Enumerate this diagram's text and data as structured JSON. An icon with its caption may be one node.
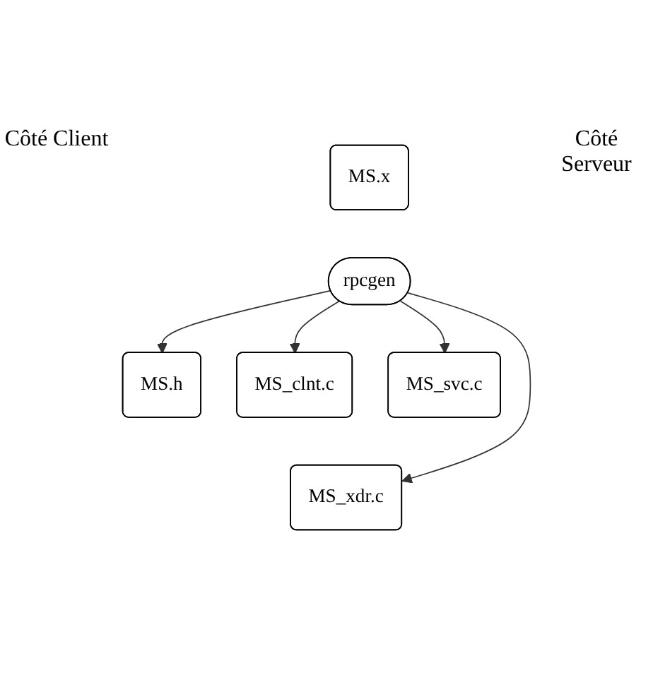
{
  "diagram": {
    "nodes": [
      {
        "text": [
          "MS.x"
        ]
      },
      {
        "text": [
          "rpcgen"
        ]
      },
      {
        "text": [
          "MS.h"
        ]
      },
      {
        "text": [
          "MS_xdr.c"
        ]
      },
      {
        "text": [
          "MS_clnt.c"
        ]
      },
      {
        "text": [
          "MS_svc.c"
        ]
      }
    ],
    "edges": [
      {
        "from": 1,
        "to": 4,
        "arrow": "to"
      },
      {
        "from": 1,
        "to": 3,
        "arrow": "to"
      },
      {
        "from": 1,
        "to": 2,
        "arrow": "to"
      },
      {
        "from": 1,
        "to": 5,
        "arrow": "to"
      }
    ],
    "labels": [
      "Côté Client",
      "Côté Serveur"
    ]
  }
}
